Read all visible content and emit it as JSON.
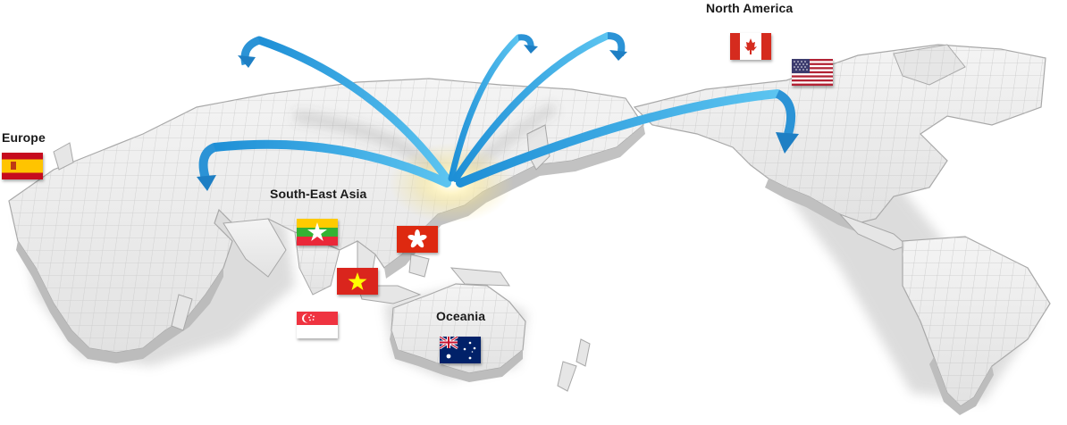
{
  "regions": {
    "north_america": "North America",
    "europe": "Europe",
    "south_east_asia": "South-East Asia",
    "oceania": "Oceania"
  },
  "flags": [
    {
      "name": "canada-flag-icon",
      "country": "Canada"
    },
    {
      "name": "usa-flag-icon",
      "country": "United States"
    },
    {
      "name": "spain-flag-icon",
      "country": "Spain"
    },
    {
      "name": "myanmar-flag-icon",
      "country": "Myanmar"
    },
    {
      "name": "hong-kong-flag-icon",
      "country": "Hong Kong"
    },
    {
      "name": "vietnam-flag-icon",
      "country": "Vietnam"
    },
    {
      "name": "singapore-flag-icon",
      "country": "Singapore"
    },
    {
      "name": "australia-flag-icon",
      "country": "Australia"
    }
  ],
  "colors": {
    "land": "#ececec",
    "land_edge": "#9a9a9a",
    "grid": "#c9c9c9",
    "arrow": "#35a7e0",
    "arrow_dark": "#1a7fc0",
    "origin_glow": "#fff3b0"
  }
}
